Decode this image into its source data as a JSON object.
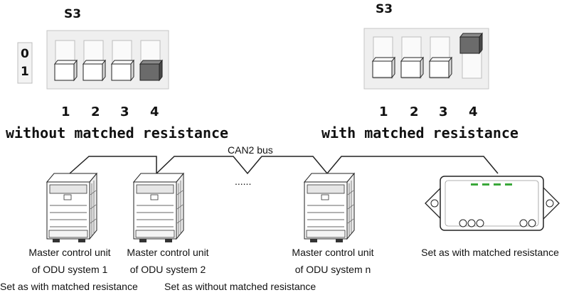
{
  "left_switch": {
    "title": "S3",
    "scale_off": "0",
    "scale_on": "1",
    "numbers": [
      "1",
      "2",
      "3",
      "4"
    ],
    "caption": "without matched resistance"
  },
  "right_switch": {
    "title": "S3",
    "numbers": [
      "1",
      "2",
      "3",
      "4"
    ],
    "caption": "with matched resistance"
  },
  "bus": {
    "label": "CAN2 bus",
    "ellipsis": "......"
  },
  "units": [
    {
      "line1": "Master control unit",
      "line2": "of ODU system 1"
    },
    {
      "line1": "Master control unit",
      "line2": "of ODU system 2"
    },
    {
      "line1": "Master control unit",
      "line2": "of ODU system n"
    }
  ],
  "device_caption": "Set as with matched resistance",
  "bottom_left": "Set as with matched resistance",
  "bottom_mid": "Set as without matched resistance",
  "colors": {
    "switch_on": "#6b6b6b",
    "switch_off": "#ffffff",
    "panel": "#efefef",
    "line": "#222222"
  }
}
